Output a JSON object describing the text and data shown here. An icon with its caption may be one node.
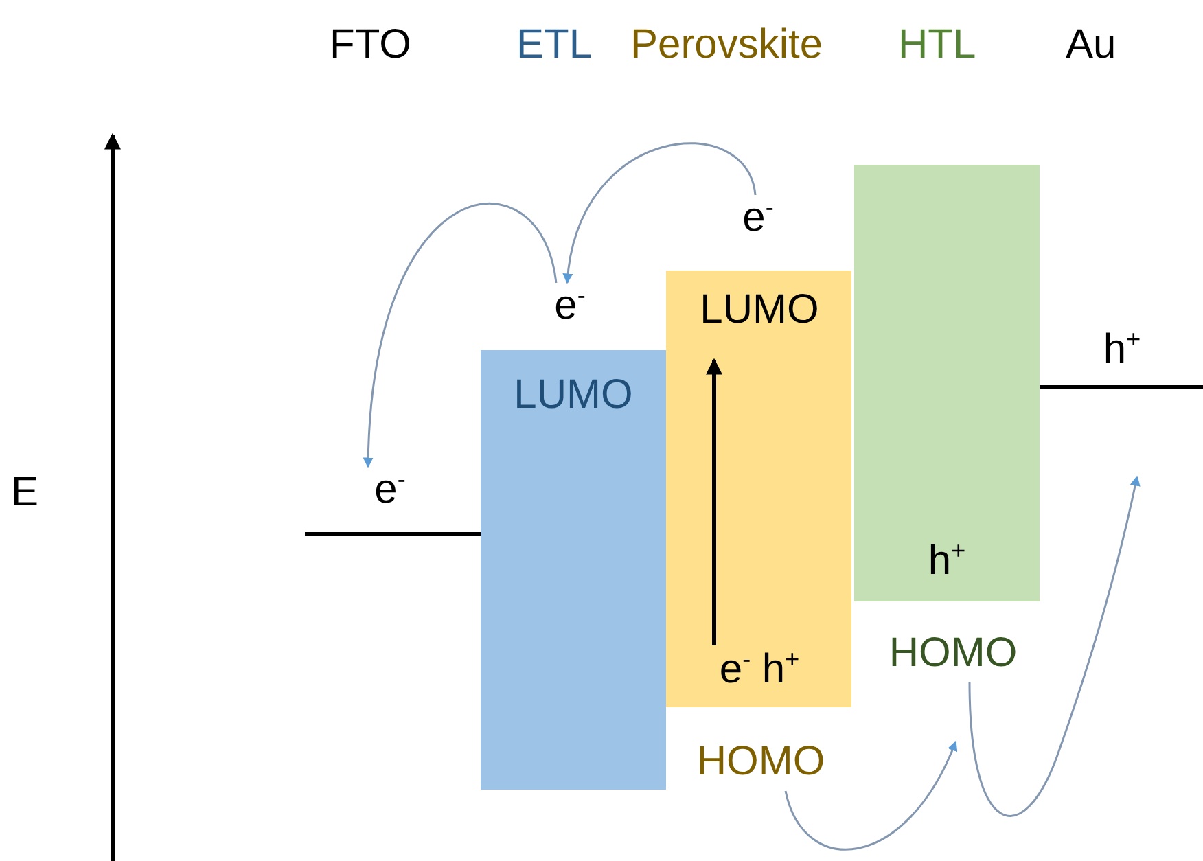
{
  "diagram": {
    "nodes": [
      {
        "text": [
          "e$^{-}$"
        ]
      },
      {
        "text": [
          "LUMO"
        ]
      },
      {
        "text": [],
        "shape": "box"
      },
      {
        "text": [
          "LUMO"
        ],
        "in": 2
      },
      {
        "text": [
          "e$^{-}$ h$^{+}$"
        ],
        "in": 2
      },
      {
        "text": [
          "e$^{-}$"
        ]
      },
      {
        "text": [
          "e$^{-}$"
        ]
      },
      {
        "text": [
          "h$^{+}$"
        ]
      },
      {
        "text": [
          "HOMO"
        ]
      },
      {
        "text": [
          "HOMO"
        ]
      },
      {
        "text": [
          "h$^{+}$"
        ]
      }
    ],
    "edges": [
      {
        "from": 6,
        "to": 5,
        "arrow": "to"
      },
      {
        "from": 5,
        "to": 0,
        "arrow": "to"
      },
      {
        "from": 4,
        "to": 3,
        "arrow": "to",
        "style": "thick",
        "color": "#000000"
      },
      {
        "from": 8,
        "to": 9,
        "arrow": "to"
      },
      {
        "from": 9,
        "to": 10,
        "arrow": "to"
      }
    ],
    "labels": [
      "FTO",
      "ETL",
      "Perovskite",
      "HTL",
      "Au",
      "E"
    ]
  }
}
